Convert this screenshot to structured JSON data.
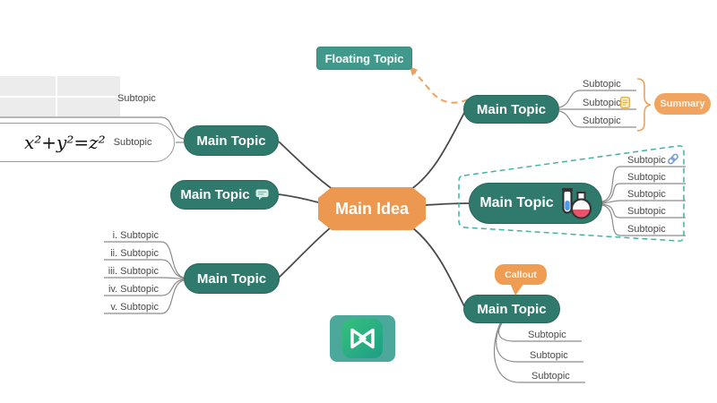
{
  "central_topic": {
    "label": "Main Idea"
  },
  "floating_topic": {
    "label": "Floating Topic"
  },
  "summary": {
    "label": "Summary"
  },
  "callout": {
    "label": "Callout"
  },
  "main_topics": {
    "top_left": "Main Topic",
    "mid_left": "Main Topic",
    "bottom_left": "Main Topic",
    "top_right": "Main Topic",
    "mid_right": "Main Topic",
    "bottom_right": "Main Topic"
  },
  "subtopics": {
    "top_left_table": "Subtopic",
    "top_left_equation": "Subtopic",
    "bottom_left": [
      "i. Subtopic",
      "ii. Subtopic",
      "iii. Subtopic",
      "iv. Subtopic",
      "v. Subtopic"
    ],
    "top_right": [
      "Subtopic",
      "Subtopic",
      "Subtopic"
    ],
    "mid_right": [
      "Subtopic",
      "Subtopic",
      "Subtopic",
      "Subtopic",
      "Subtopic"
    ],
    "bottom_right": [
      "Subtopic",
      "Subtopic",
      "Subtopic"
    ]
  },
  "equation": {
    "text": "x²+y²=z²"
  },
  "icons": {
    "comment": "speech-bubble comment badge",
    "note": "yellow note attachment",
    "link": "blue hyperlink chain",
    "experiment": "test tube and round flask",
    "table": "gray 2x2 table attachment",
    "logo": "teal bowtie mind-map logo"
  },
  "colors": {
    "topic_teal": "#2F7A6C",
    "floating_teal": "#40998B",
    "accent_orange": "#EC9851",
    "summary_orange": "#F1A45F",
    "boundary_teal": "#43B3A0",
    "branch_dark": "#4B4B4B",
    "branch_gray": "#8C8C8C"
  }
}
